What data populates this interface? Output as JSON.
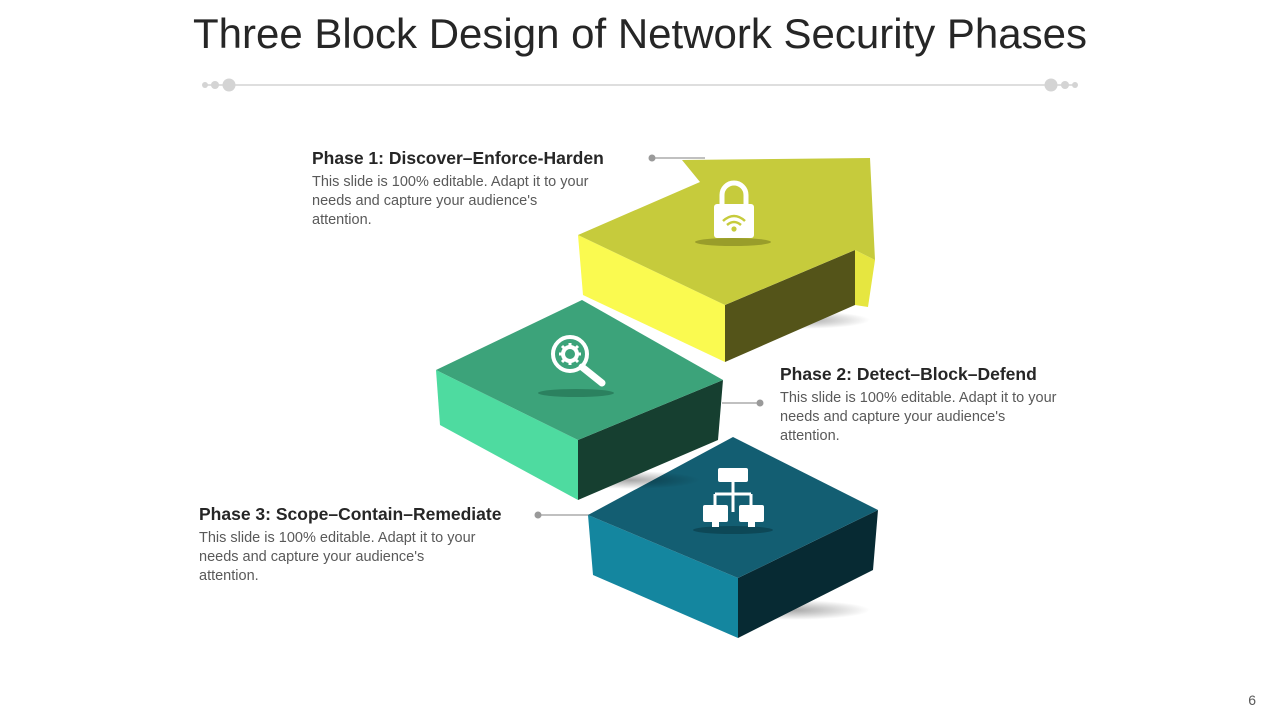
{
  "slide": {
    "title": "Three Block Design of Network Security Phases",
    "page_number": "6"
  },
  "phases": [
    {
      "title": "Phase 1: Discover–Enforce-Harden",
      "description": "This slide is 100% editable. Adapt it to your needs and capture your audience's attention.",
      "icon": "wifi-lock-icon",
      "color": "#c6cb3c"
    },
    {
      "title": "Phase 2: Detect–Block–Defend",
      "description": "This slide is 100% editable. Adapt it to your needs and capture your audience's attention.",
      "icon": "gear-search-icon",
      "color": "#3ca37a"
    },
    {
      "title": "Phase 3: Scope–Contain–Remediate",
      "description": "This slide is 100% editable. Adapt it to your needs and capture your audience's attention.",
      "icon": "network-icon",
      "color": "#135e72"
    }
  ]
}
